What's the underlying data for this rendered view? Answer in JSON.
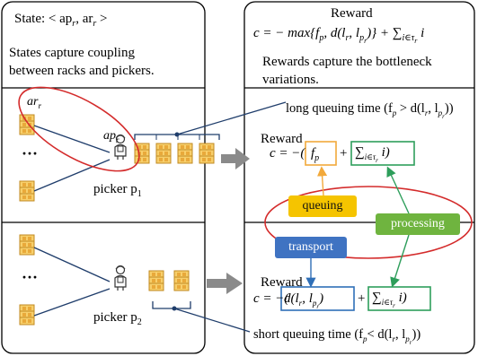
{
  "left_panel": {
    "state_label": "State: < ap",
    "state_tail": ", ar",
    "state_end": " >",
    "state_sub_r": "r",
    "description_line1": "States capture coupling",
    "description_line2": "between racks and pickers.",
    "rack_label": "ar",
    "rack_label_sub": "r",
    "picker_rack_label": "ap",
    "picker_rack_label_sub": "r",
    "ellipsis_top": "···",
    "ellipsis_bottom": "···",
    "picker1_label": "picker p",
    "picker1_sub": "1",
    "picker2_label": "picker p",
    "picker2_sub": "2"
  },
  "right_panel": {
    "reward_title": "Reward",
    "reward_formula": "c = − max{f",
    "reward_formula_sub1": "p",
    "reward_formula_mid": ", d(l",
    "reward_formula_sub2": "r",
    "reward_formula_mid2": ", l",
    "reward_formula_sub3": "p",
    "reward_formula_sub3b": "r",
    "reward_formula_end": ")} + ∑",
    "reward_formula_sum_sub": "i∈τ",
    "reward_formula_sum_sub_r": "r",
    "reward_formula_tail": " i",
    "description_line1": "Rewards capture the bottleneck",
    "description_line2": "variations.",
    "long_queue_label": "long queuing time (f",
    "long_queue_sub_p": "p",
    "long_queue_gt": " > d(l",
    "long_queue_sub_r": "r",
    "long_queue_mid": ", l",
    "long_queue_sub_pr": "p",
    "long_queue_sub_prr": "r",
    "long_queue_end": "))",
    "reward1_label": "Reward",
    "reward1_prefix": "c = −(",
    "reward1_box1": "f",
    "reward1_box1_sub": "p",
    "reward1_plus": "+",
    "reward1_box2": "∑",
    "reward1_box2_sub": "i∈τ",
    "reward1_box2_sub_r": "r",
    "reward1_box2_tail": " i)",
    "tag_queuing": "queuing",
    "tag_processing": "processing",
    "tag_transport": "transport",
    "reward2_label": "Reward",
    "reward2_prefix": "c = −(",
    "reward2_box1": "d(l",
    "reward2_box1_sub1": "r",
    "reward2_box1_mid": ", l",
    "reward2_box1_sub2": "p",
    "reward2_box1_sub2r": "r",
    "reward2_box1_end": ")",
    "reward2_plus": "+",
    "reward2_box2": "∑",
    "reward2_box2_sub": "i∈τ",
    "reward2_box2_sub_r": "r",
    "reward2_box2_tail": " i)",
    "short_queue_label": "short queuing time (f",
    "short_queue_sub_p": "p",
    "short_queue_lt": "< d(l",
    "short_queue_sub_r": "r",
    "short_queue_mid": ", l",
    "short_queue_sub_pr": "p",
    "short_queue_sub_prr": "r",
    "short_queue_end": "))"
  },
  "colors": {
    "ellipse_red": "#d42b2b",
    "orange_box": "#f2a93b",
    "green_box": "#2e9e5b",
    "blue_box": "#2f6fb7",
    "queuing_fill": "#f5c400",
    "processing_fill": "#6fb43f",
    "transport_fill": "#3f73c2",
    "rack_fill": "#f7cf6b",
    "rack_stroke": "#c08a20",
    "connector_navy": "#1f3d6b",
    "arrow_gray": "#8a8a8a"
  }
}
